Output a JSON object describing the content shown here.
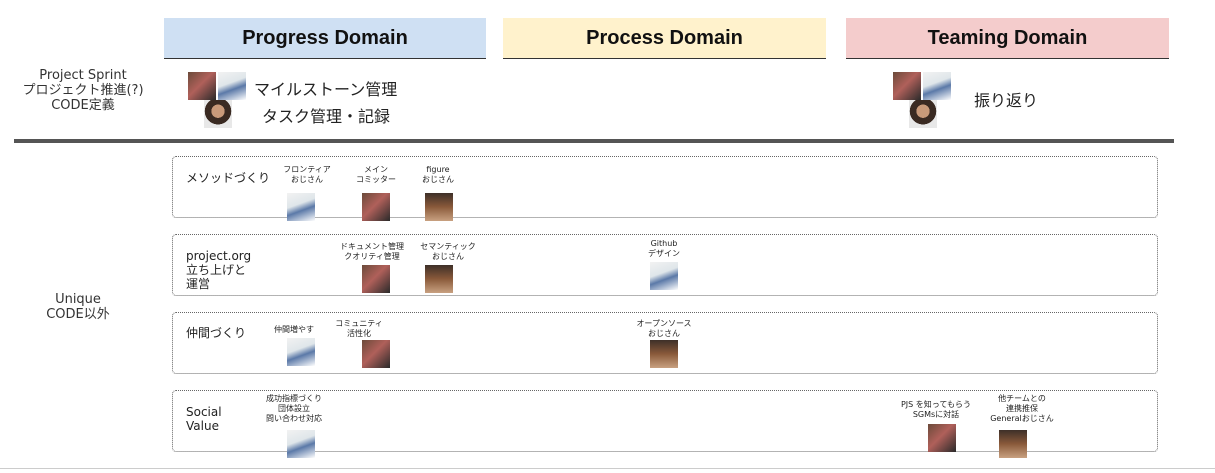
{
  "domains": {
    "progress": {
      "label": "Progress Domain",
      "color": "#cfe0f3"
    },
    "process": {
      "label": "Process Domain",
      "color": "#fff2cc"
    },
    "teaming": {
      "label": "Teaming Domain",
      "color": "#f4cccc"
    }
  },
  "project_sprint": {
    "label_lines": [
      "Project Sprint",
      "プロジェクト推進(?)",
      "CODE定義"
    ],
    "progress_items": [
      "マイルストーン管理",
      "タスク管理・記録"
    ],
    "teaming_items": [
      "振り返り"
    ]
  },
  "unique": {
    "label_lines": [
      "Unique",
      "CODE以外"
    ]
  },
  "rows": [
    {
      "label_lines": [
        "メソッドづくり"
      ],
      "roles": [
        {
          "lines": [
            "フロンティア",
            "おじさん"
          ]
        },
        {
          "lines": [
            "メイン",
            "コミッター"
          ]
        },
        {
          "lines": [
            "figure",
            "おじさん"
          ]
        }
      ]
    },
    {
      "label_lines": [
        "project.org",
        "立ち上げと",
        "運営"
      ],
      "roles": [
        {
          "lines": [
            "ドキュメント管理",
            "クオリティ管理"
          ]
        },
        {
          "lines": [
            "セマンティック",
            "おじさん"
          ]
        },
        {
          "lines": [
            "Github",
            "デザイン"
          ]
        }
      ]
    },
    {
      "label_lines": [
        "仲間づくり"
      ],
      "roles": [
        {
          "lines": [
            "仲間増やす"
          ]
        },
        {
          "lines": [
            "コミュニティ",
            "活性化"
          ]
        },
        {
          "lines": [
            "オープンソース",
            "おじさん"
          ]
        }
      ]
    },
    {
      "label_lines": [
        "Social",
        "Value"
      ],
      "roles": [
        {
          "lines": [
            "成功指標づくり",
            "団体設立",
            "問い合わせ対応"
          ]
        },
        {
          "lines": [
            "PJS を知ってもらう",
            "SGMsに対話"
          ]
        },
        {
          "lines": [
            "他チームとの",
            "連携推保",
            "Generalおじさん"
          ]
        }
      ]
    }
  ]
}
